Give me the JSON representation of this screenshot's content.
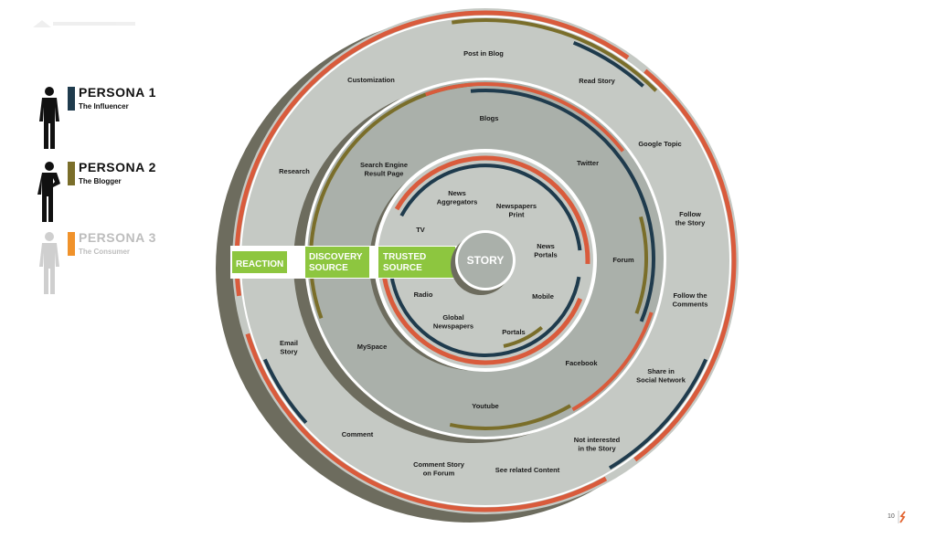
{
  "personas": [
    {
      "name": "PERSONA 1",
      "subtitle": "The Influencer",
      "color": "#1f3b4d",
      "text_color": "#111111"
    },
    {
      "name": "PERSONA 2",
      "subtitle": "The Blogger",
      "color": "#7a6e2a",
      "text_color": "#111111"
    },
    {
      "name": "PERSONA 3",
      "subtitle": "The Consumer",
      "color": "#f0922b",
      "text_color": "#bdbdbd"
    }
  ],
  "center": {
    "label": "STORY"
  },
  "ring_labels": {
    "reaction": "REACTION",
    "discovery_line1": "DISCOVERY",
    "discovery_line2": "SOURCE",
    "trusted_line1": "TRUSTED",
    "trusted_line2": "SOURCE"
  },
  "trusted_source_items": [
    {
      "lines": [
        "News",
        "Aggregators"
      ]
    },
    {
      "lines": [
        "Newspapers",
        "Print"
      ]
    },
    {
      "lines": [
        "TV"
      ]
    },
    {
      "lines": [
        "News",
        "Portals"
      ]
    },
    {
      "lines": [
        "Radio"
      ]
    },
    {
      "lines": [
        "Mobile"
      ]
    },
    {
      "lines": [
        "Global",
        "Newspapers"
      ]
    },
    {
      "lines": [
        "Portals"
      ]
    }
  ],
  "discovery_source_items": [
    {
      "lines": [
        "Blogs"
      ]
    },
    {
      "lines": [
        "Search Engine",
        "Result Page"
      ]
    },
    {
      "lines": [
        "Twitter"
      ]
    },
    {
      "lines": [
        "Forum"
      ]
    },
    {
      "lines": [
        "MySpace"
      ]
    },
    {
      "lines": [
        "Facebook"
      ]
    },
    {
      "lines": [
        "Youtube"
      ]
    }
  ],
  "reaction_items": [
    {
      "lines": [
        "Post in Blog"
      ]
    },
    {
      "lines": [
        "Customization"
      ]
    },
    {
      "lines": [
        "Read Story"
      ]
    },
    {
      "lines": [
        "Google Topic"
      ]
    },
    {
      "lines": [
        "Research"
      ]
    },
    {
      "lines": [
        "Follow",
        "the Story"
      ]
    },
    {
      "lines": [
        "Follow the",
        "Comments"
      ]
    },
    {
      "lines": [
        "Email",
        "Story"
      ]
    },
    {
      "lines": [
        "Share in",
        "Social Network"
      ]
    },
    {
      "lines": [
        "Comment"
      ]
    },
    {
      "lines": [
        "Not interested",
        "in the Story"
      ]
    },
    {
      "lines": [
        "Comment Story",
        "on Forum"
      ]
    },
    {
      "lines": [
        "See related Content"
      ]
    }
  ],
  "colors": {
    "red": "#d95b3c",
    "navy": "#1f3b4d",
    "olive": "#7a6e2a",
    "orange": "#f0922b",
    "green": "#8dc63f",
    "ring_outer": "#c5c9c4",
    "ring_middle": "#aab0aa",
    "shadow": "#6d6c5e"
  },
  "footer": {
    "page_number": "10"
  }
}
